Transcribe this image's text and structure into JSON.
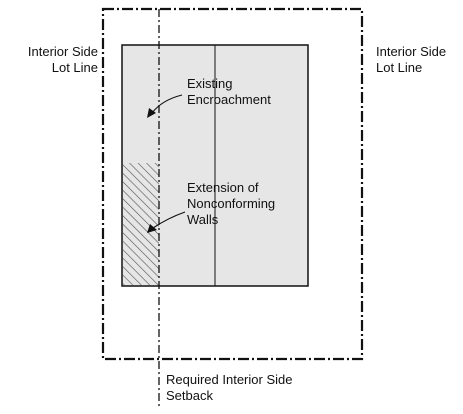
{
  "labels": {
    "left_lot_line": [
      "Interior Side",
      "Lot Line"
    ],
    "right_lot_line": [
      "Interior Side",
      "Lot Line"
    ],
    "existing_encroachment": [
      "Existing",
      "Encroachment"
    ],
    "extension": [
      "Extension of",
      "Nonconforming",
      "Walls"
    ],
    "setback": [
      "Required Interior Side",
      "Setback"
    ]
  },
  "colors": {
    "building_fill": "#e6e6e6",
    "line": "#111111",
    "hatch": "#555555"
  }
}
